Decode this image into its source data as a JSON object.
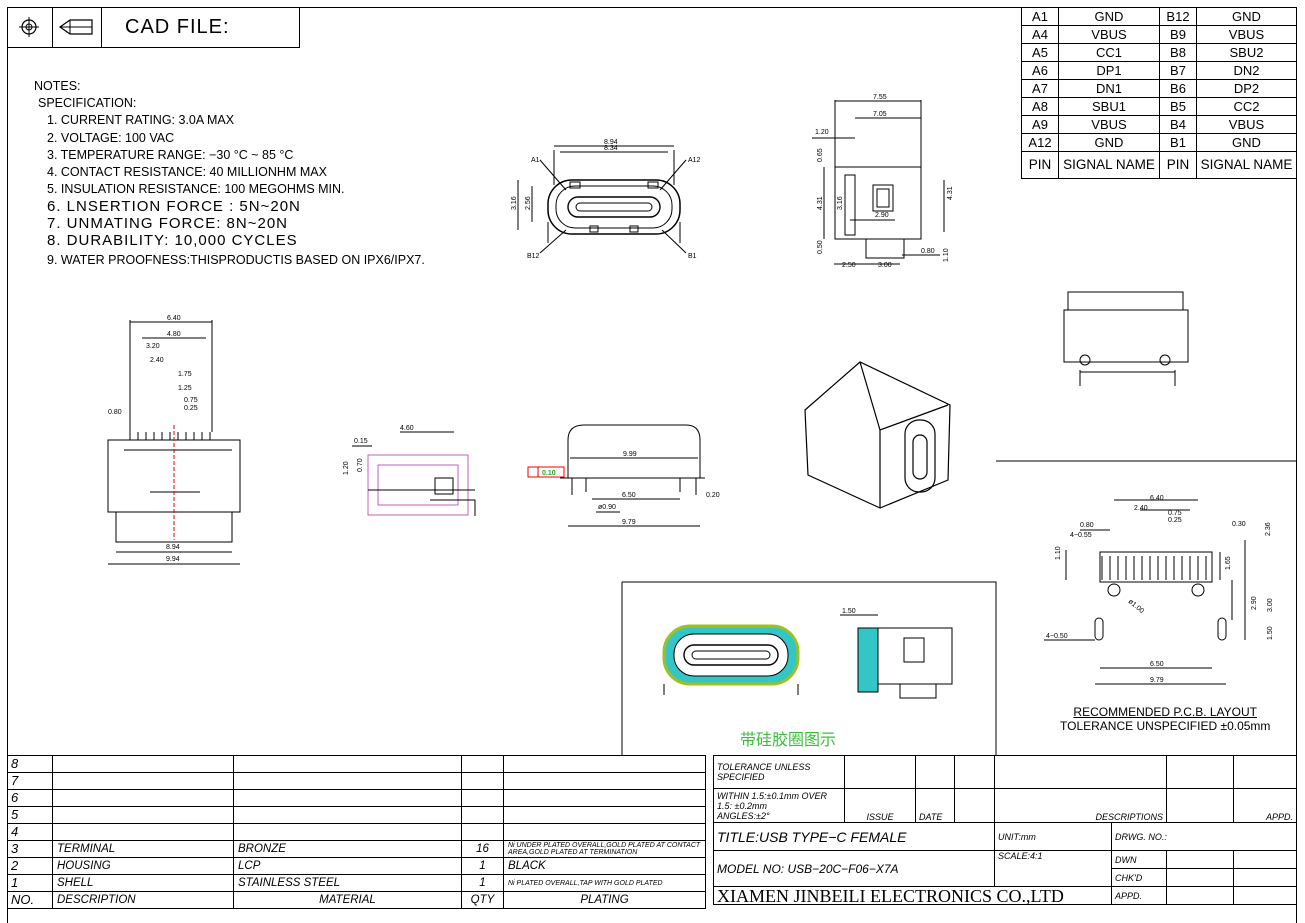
{
  "cad_label": "CAD FILE:",
  "notes": {
    "heading": "NOTES:",
    "subheading": "SPECIFICATION:",
    "items": [
      "1. CURRENT RATING: 3.0A MAX",
      "2. VOLTAGE: 100 VAC",
      "3. TEMPERATURE RANGE: −30 °C ~ 85 °C",
      "4. CONTACT RESISTANCE: 40 MILLIONHM MAX",
      "5. INSULATION RESISTANCE: 100 MEGOHMS MIN.",
      "6. LNSERTION FORCE : 5N~20N",
      "7. UNMATING FORCE: 8N~20N",
      "8. DURABILITY:  10,000 CYCLES",
      "9. WATER PROOFNESS:THISPRODUCTIS BASED ON IPX6/IPX7."
    ]
  },
  "pin_table": {
    "rows": [
      [
        "A1",
        "GND",
        "B12",
        "GND"
      ],
      [
        "A4",
        "VBUS",
        "B9",
        "VBUS"
      ],
      [
        "A5",
        "CC1",
        "B8",
        "SBU2"
      ],
      [
        "A6",
        "DP1",
        "B7",
        "DN2"
      ],
      [
        "A7",
        "DN1",
        "B6",
        "DP2"
      ],
      [
        "A8",
        "SBU1",
        "B5",
        "CC2"
      ],
      [
        "A9",
        "VBUS",
        "B4",
        "VBUS"
      ],
      [
        "A12",
        "GND",
        "B1",
        "GND"
      ]
    ],
    "header": [
      "PIN",
      "SIGNAL NAME",
      "PIN",
      "SIGNAL NAME"
    ]
  },
  "front_view": {
    "w1": "8.94",
    "w2": "8.34",
    "l_a1": "A1",
    "l_a12": "A12",
    "l_b12": "B12",
    "l_b1": "B1",
    "h1": "3.16",
    "h2": "2.56"
  },
  "side_view": {
    "d1": "7.55",
    "d2": "7.05",
    "d3": "1.20",
    "d4": "0.65",
    "d5": "4.31",
    "d6": "3.16",
    "d7": "0.50",
    "d8": "2.90",
    "d9": "4.31",
    "d10": "0.80",
    "d11": "1.10",
    "d12": "2.50",
    "d13": "3.00"
  },
  "top_view": {
    "d1": "6.40",
    "d2": "4.80",
    "d3": "3.20",
    "d4": "2.40",
    "d5": "1.75",
    "d6": "1.25",
    "d7": "0.75",
    "d8": "0.25",
    "d9": "0.80",
    "d10": "8.94",
    "d11": "9.94"
  },
  "side_small": {
    "d1": "4.60",
    "d2": "0.15",
    "d3": "1.20",
    "d4": "0.70"
  },
  "bottom_view": {
    "d1": "9.99",
    "tol": "0.10",
    "d2": "6.50",
    "d3": "0.20",
    "d4": "ø0.90",
    "d5": "9.79"
  },
  "seal_view": {
    "d1": "1.50",
    "caption": "带硅胶圈图示"
  },
  "pcb": {
    "d1": "6.40",
    "d2": "2.40",
    "d3": "0.75",
    "d4": "0.25",
    "d5": "0.30",
    "d6": "0.80",
    "d7": "4−0.55",
    "d8": "2.36",
    "d9": "1.10",
    "d10": "1.65",
    "d11": "ø1.00",
    "d12": "2.90",
    "d13": "3.00",
    "d14": "4−0.50",
    "d15": "1.50",
    "d16": "6.50",
    "d17": "9.79",
    "caption1": "RECOMMENDED  P.C.B. LAYOUT",
    "caption2": "TOLERANCE UNSPECIFIED  ±0.05mm"
  },
  "bom": {
    "rows": [
      {
        "no": "8",
        "desc": "",
        "mat": "",
        "qty": "",
        "plat": ""
      },
      {
        "no": "7",
        "desc": "",
        "mat": "",
        "qty": "",
        "plat": ""
      },
      {
        "no": "6",
        "desc": "",
        "mat": "",
        "qty": "",
        "plat": ""
      },
      {
        "no": "5",
        "desc": "",
        "mat": "",
        "qty": "",
        "plat": ""
      },
      {
        "no": "4",
        "desc": "",
        "mat": "",
        "qty": "",
        "plat": ""
      },
      {
        "no": "3",
        "desc": "TERMINAL",
        "mat": "BRONZE",
        "qty": "16",
        "plat": "Ni UNDER PLATED OVERALL,GOLD PLATED AT CONTACT AREA,GOLD PLATED AT TERMINATION"
      },
      {
        "no": "2",
        "desc": "HOUSING",
        "mat": "LCP",
        "qty": "1",
        "plat": "BLACK"
      },
      {
        "no": "1",
        "desc": "SHELL",
        "mat": "STAINLESS STEEL",
        "qty": "1",
        "plat": "Ni PLATED OVERALL,TAP WITH GOLD PLATED"
      }
    ],
    "header": {
      "no": "NO.",
      "desc": "DESCRIPTION",
      "mat": "MATERIAL",
      "qty": "QTY",
      "plat": "PLATING"
    }
  },
  "title_block": {
    "tol1": "TOLERANCE UNLESS SPECIFIED",
    "tol2": "WITHIN 1.5:±0.1mm OVER 1.5: ±0.2mm",
    "tol3": "ANGLES:±2°",
    "issue": "ISSUE",
    "date": "DATE",
    "desc": "DESCRIPTIONS",
    "appd": "APPD.",
    "title": "TITLE:USB  TYPE−C  FEMALE",
    "unit": "UNIT:mm",
    "drwg": "DRWG. NO.:",
    "model": "MODEL  NO: USB−20C−F06−X7A",
    "scale": "SCALE:4:1",
    "dwn": "DWN",
    "chk": "CHK'D",
    "appd2": "APPD.",
    "company": "XIAMEN JINBEILI ELECTRONICS CO.,LTD"
  }
}
